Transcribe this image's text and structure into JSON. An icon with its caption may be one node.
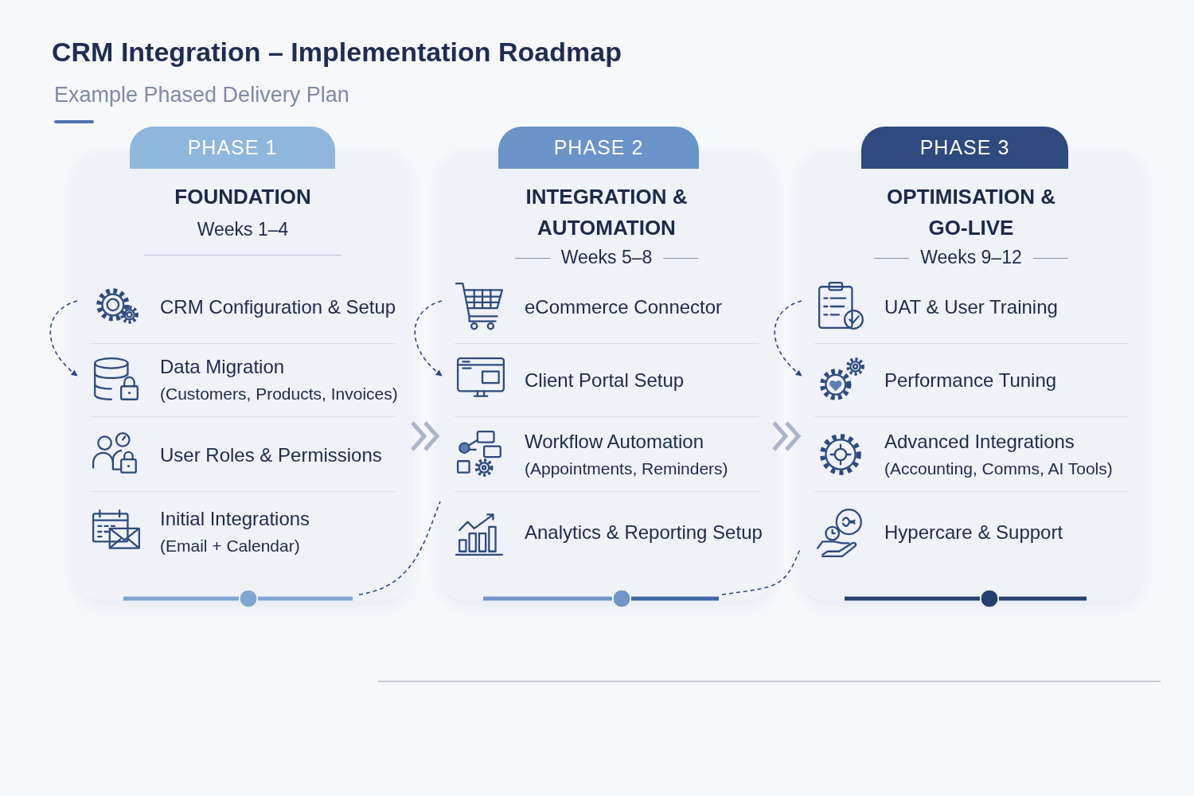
{
  "diagram": {
    "title": "CRM Integration – Implementation Roadmap",
    "caption": "Example Phased Delivery Plan",
    "nodes": [
      {
        "text": [
          "PHASE 1",
          "FOUNDATION",
          "Weeks 1–4"
        ]
      },
      {
        "text": [
          "CRM Configuration & Setup"
        ],
        "in": 0
      },
      {
        "text": [
          "Data Migration",
          "(Customers, Products, Invoices)"
        ],
        "in": 0
      },
      {
        "text": [
          "User Roles & Permissions"
        ],
        "in": 0
      },
      {
        "text": [
          "Initial Integrations",
          "(Email + Calendar)"
        ],
        "in": 0
      },
      {
        "text": [
          "PHASE 2",
          "INTEGRATION & AUTOMATION",
          "Weeks 5–8"
        ]
      },
      {
        "text": [
          "eCommerce Connector"
        ],
        "in": 5
      },
      {
        "text": [
          "Client Portal Setup"
        ],
        "in": 5
      },
      {
        "text": [
          "Workflow Automation",
          "(Appointments, Reminders)"
        ],
        "in": 5
      },
      {
        "text": [
          "Analytics & Reporting Setup"
        ],
        "in": 5
      },
      {
        "text": [
          "PHASE 3",
          "OPTIMISATION & GO-LIVE",
          "Weeks 9–12"
        ]
      },
      {
        "text": [
          "UAT & User Training"
        ],
        "in": 10
      },
      {
        "text": [
          "Performance Tuning"
        ],
        "in": 10
      },
      {
        "text": [
          "Advanced Integrations",
          "(Accounting, Comms, AI Tools)"
        ],
        "in": 10
      },
      {
        "text": [
          "Hypercare & Support"
        ],
        "in": 10
      }
    ],
    "edges": [
      {
        "from": 1,
        "to": 2,
        "arrow": "to",
        "style": "dashed"
      },
      {
        "from": 6,
        "to": 7,
        "arrow": "to",
        "style": "dashed"
      },
      {
        "from": 11,
        "to": 12,
        "arrow": "to",
        "style": "dashed"
      },
      {
        "from": 0,
        "to": 5,
        "arrow": "to",
        "style": "thick",
        "color": "#aab5c9"
      },
      {
        "from": 5,
        "to": 10,
        "arrow": "to",
        "style": "thick",
        "color": "#aab5c9"
      },
      {
        "from": 0,
        "to": 5,
        "arrow": "none",
        "style": "dashed"
      },
      {
        "from": 5,
        "to": 10,
        "arrow": "none",
        "style": "dashed"
      }
    ]
  }
}
